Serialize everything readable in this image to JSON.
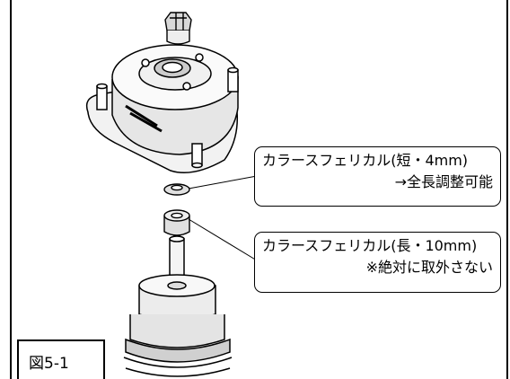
{
  "callouts": {
    "short": {
      "line1": "カラースフェリカル(短・4mm)",
      "line2": "→全長調整可能"
    },
    "long": {
      "line1": "カラースフェリカル(長・10mm)",
      "line2": "※絶対に取外さない"
    }
  },
  "figure_label": "図5-1"
}
